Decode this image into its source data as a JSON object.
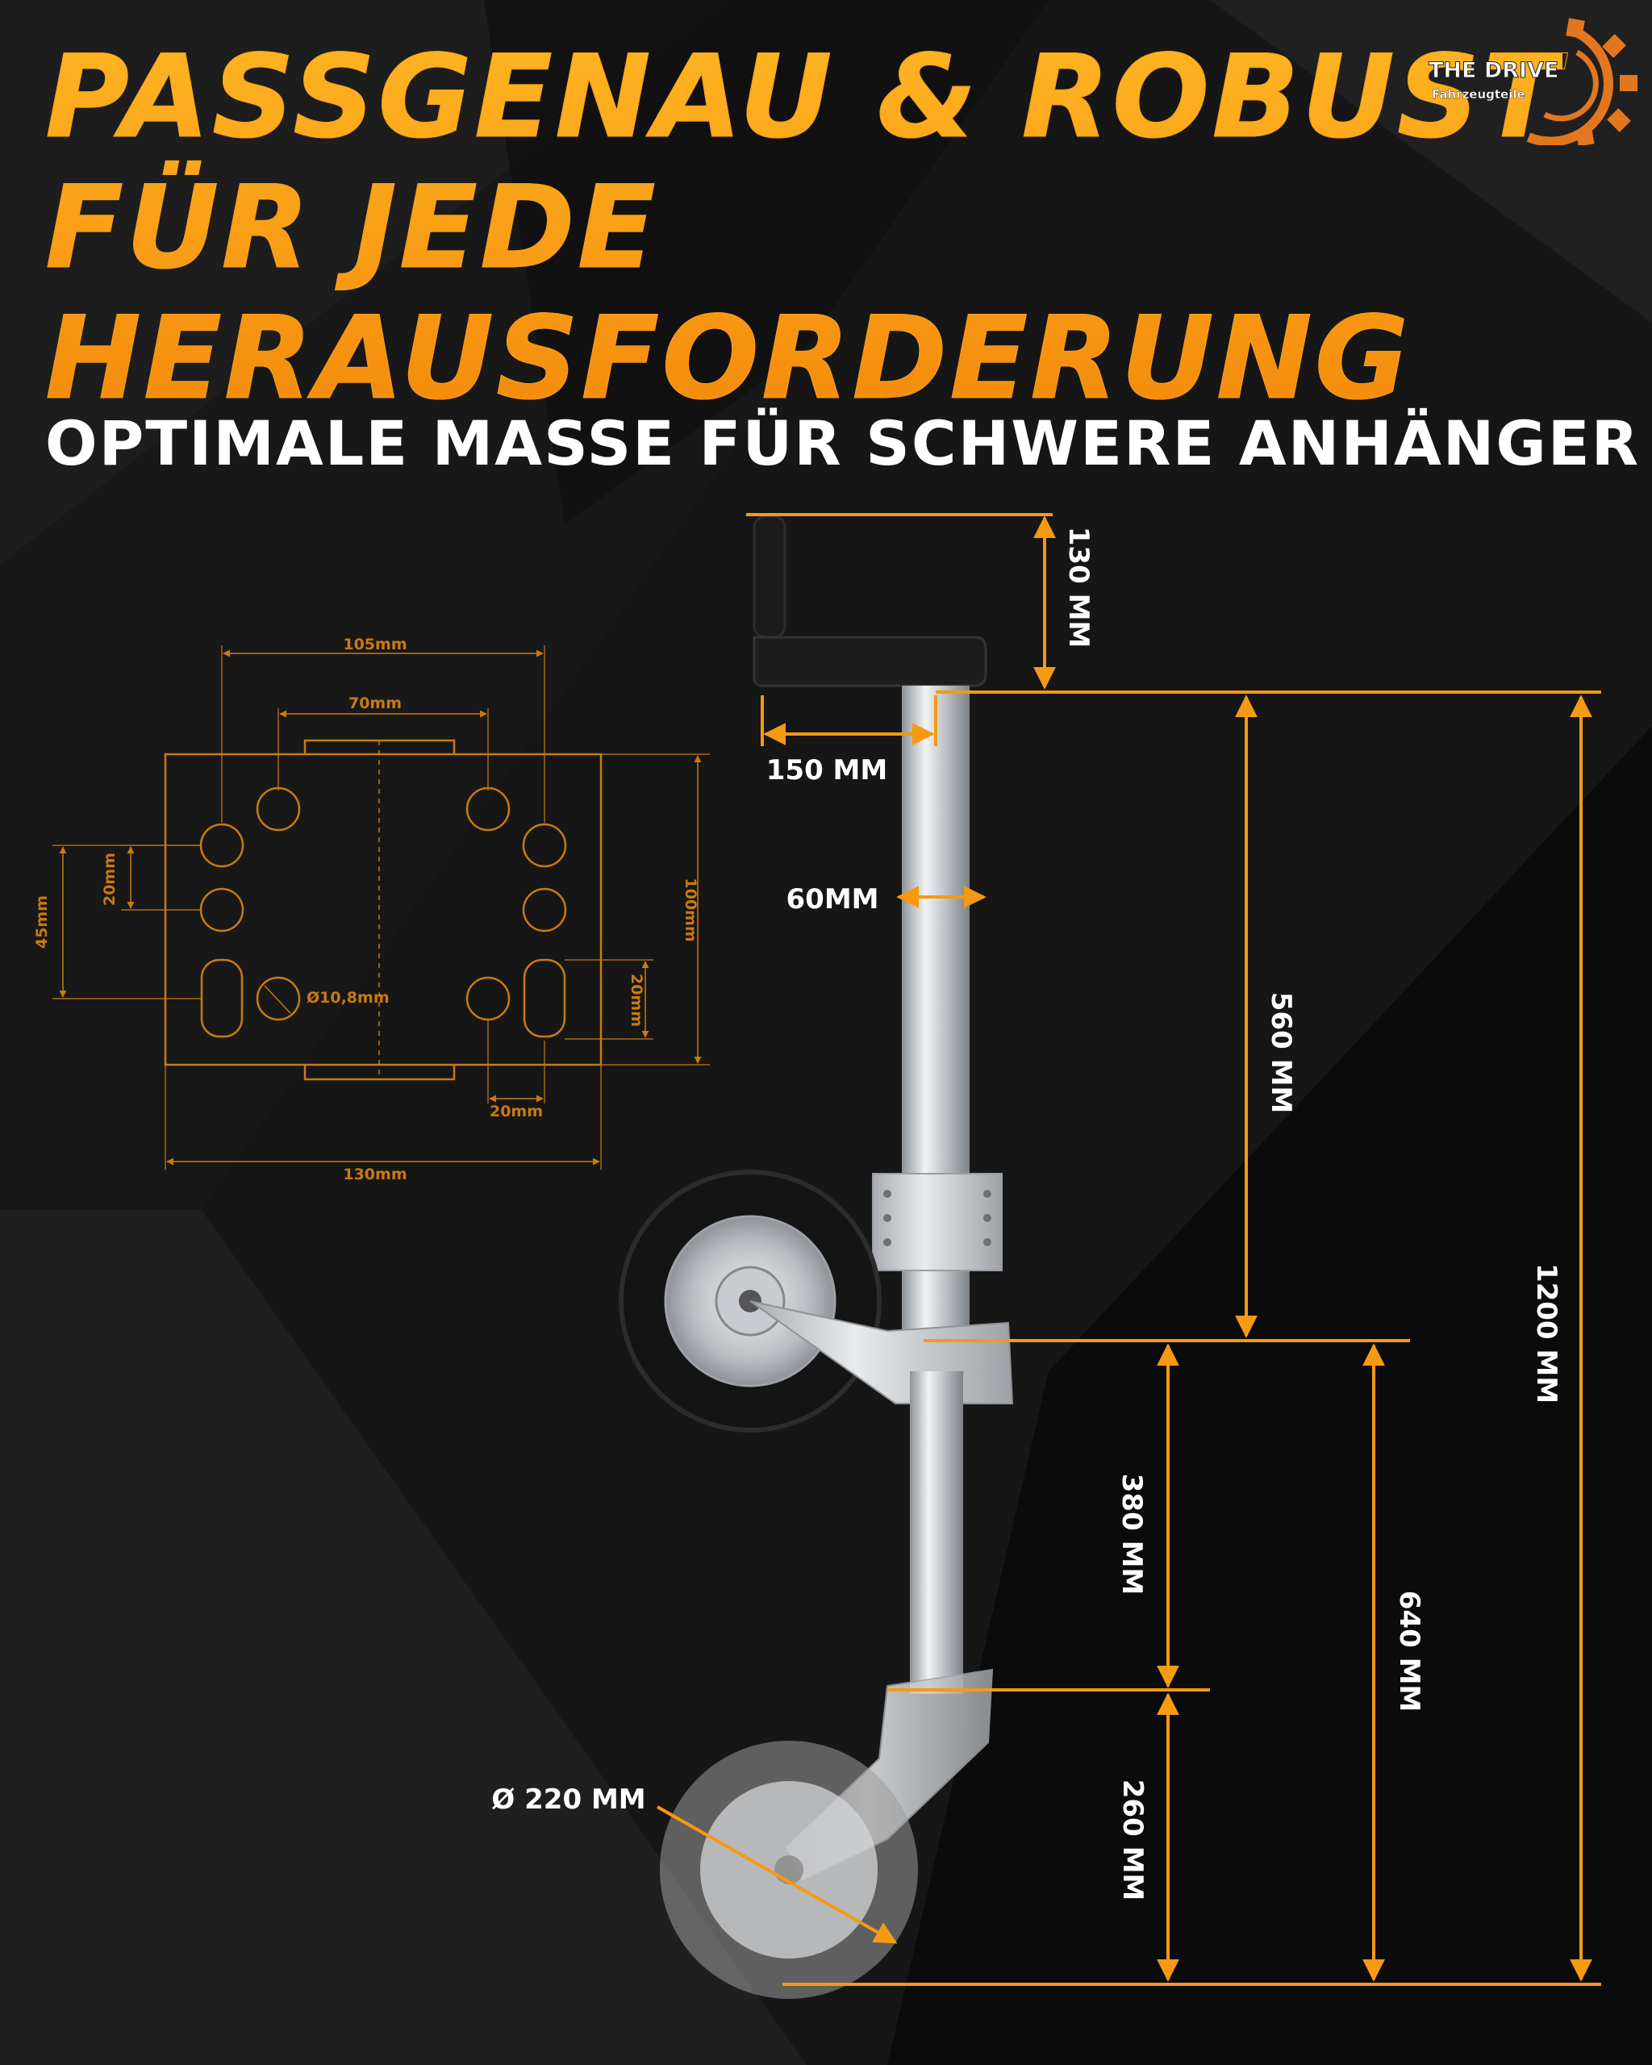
{
  "headline": {
    "line1": "PASSGENAU & ROBUST",
    "line2": "FÜR JEDE",
    "line3": "HERAUSFORDERUNG"
  },
  "subheadline": "OPTIMALE MASSE FÜR SCHWERE ANHÄNGER",
  "logo": {
    "name": "THE DRIVE",
    "tagline": "Fahrzeugteile",
    "icon": "gear-icon"
  },
  "mounting_plate": {
    "width": "105mm",
    "inner_spacing": "70mm",
    "height_right": "100mm",
    "left_height": "45mm",
    "left_spacing": "20mm",
    "hole_diameter": "Ø10,8mm",
    "slot_height": "20mm",
    "slot_width": "20mm",
    "overall_width": "130mm"
  },
  "product_dimensions": {
    "handle_height": "130 MM",
    "handle_length": "150 MM",
    "tube_diameter": "60MM",
    "upper_section": "560 MM",
    "total_height": "1200 MM",
    "middle_section": "380 MM",
    "lower_section": "640 MM",
    "wheel_offset": "260 MM",
    "wheel_diameter": "Ø 220 MM"
  },
  "colors": {
    "accent": "#f59a12",
    "accent_light": "#ffb522",
    "background": "#141414",
    "text": "#ffffff",
    "metal": "#c8ccd0"
  }
}
